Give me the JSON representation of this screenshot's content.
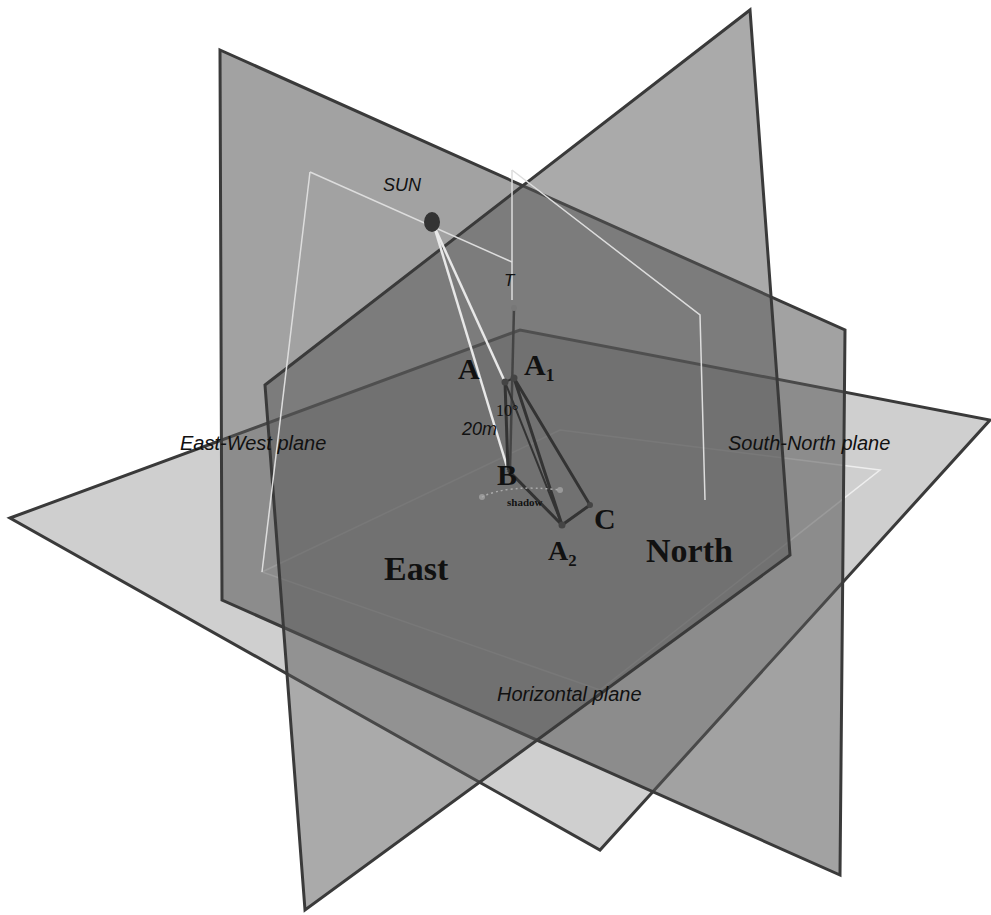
{
  "diagram": {
    "labels": [
      "SUN",
      "T",
      "A",
      "A₁",
      "10°",
      "20m",
      "B",
      "shadow",
      "C",
      "A₂",
      "East",
      "North",
      "East-West plane",
      "South-North plane",
      "Horizontal plane"
    ]
  }
}
